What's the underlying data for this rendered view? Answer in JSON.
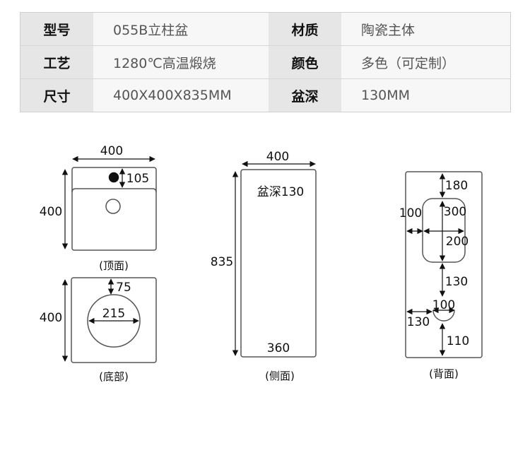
{
  "spec_table": {
    "rows": [
      {
        "label1": "型号",
        "value1": "055B立柱盆",
        "label2": "材质",
        "value2": "陶瓷主体"
      },
      {
        "label1": "工艺",
        "value1": "1280℃高温煅烧",
        "label2": "颜色",
        "value2": "多色（可定制）"
      },
      {
        "label1": "尺寸",
        "value1": "400X400X835MM",
        "label2": "盆深",
        "value2": "130MM"
      }
    ]
  },
  "drawings": {
    "top_view": {
      "width": "400",
      "height": "400",
      "hole_offset": "105",
      "caption": "(顶面)"
    },
    "bottom_view": {
      "height": "400",
      "offset": "75",
      "diameter": "215",
      "caption": "(底部)"
    },
    "side_view": {
      "width": "400",
      "height": "835",
      "basin_depth_label": "盆深130",
      "bottom_width": "360",
      "caption": "(侧面)"
    },
    "back_view": {
      "top_offset": "180",
      "slot_height": "300",
      "slot_left": "100",
      "slot_width": "200",
      "gap": "130",
      "hole_width": "100",
      "hole_left": "130",
      "bottom_offset": "110",
      "caption": "(背面)"
    }
  }
}
